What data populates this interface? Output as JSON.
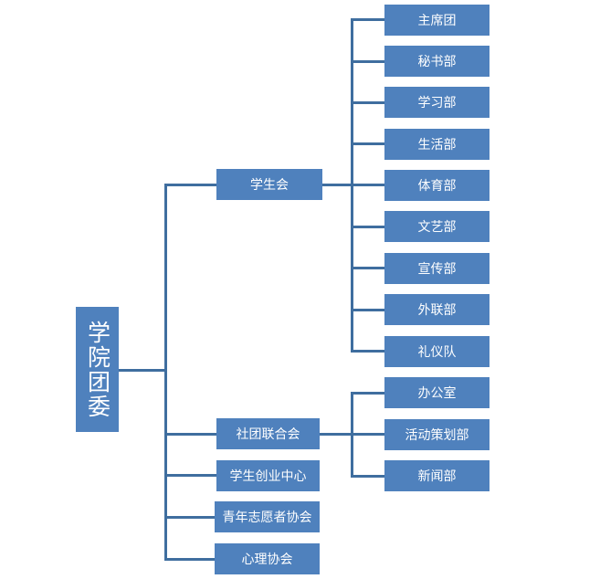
{
  "root": {
    "label": "学院团委"
  },
  "level1": [
    {
      "label": "学生会"
    },
    {
      "label": "社团联合会"
    },
    {
      "label": "学生创业中心"
    },
    {
      "label": "青年志愿者协会"
    },
    {
      "label": "心理协会"
    }
  ],
  "student_union_depts": [
    {
      "label": "主席团"
    },
    {
      "label": "秘书部"
    },
    {
      "label": "学习部"
    },
    {
      "label": "生活部"
    },
    {
      "label": "体育部"
    },
    {
      "label": "文艺部"
    },
    {
      "label": "宣传部"
    },
    {
      "label": "外联部"
    },
    {
      "label": "礼仪队"
    }
  ],
  "club_union_depts": [
    {
      "label": "办公室"
    },
    {
      "label": "活动策划部"
    },
    {
      "label": "新闻部"
    }
  ],
  "colors": {
    "box": "#4f81bd",
    "connector": "#3f6e9f",
    "text": "#ffffff"
  }
}
